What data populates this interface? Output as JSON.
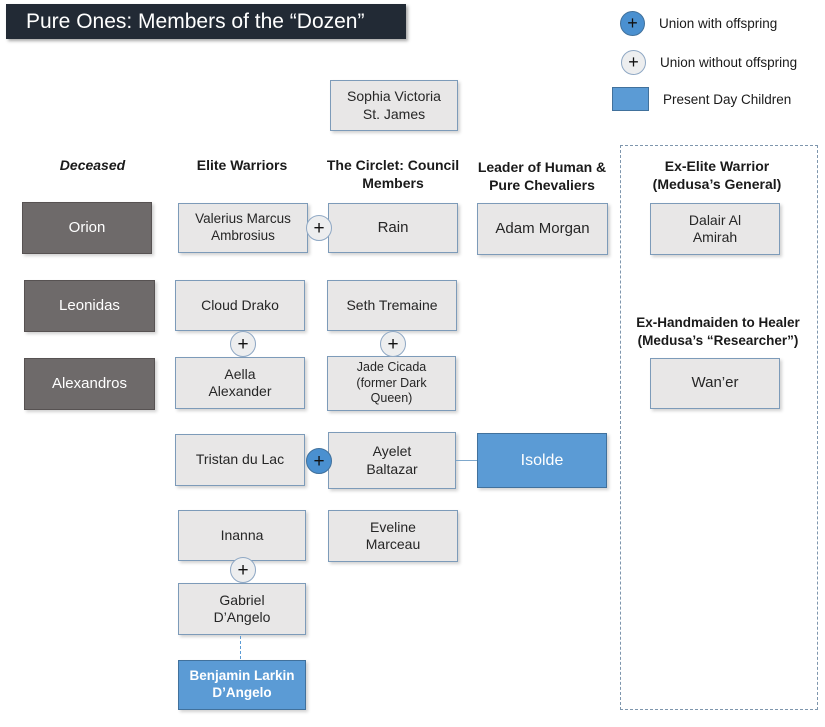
{
  "title": "Pure Ones: Members of the “Dozen”",
  "symbols": {
    "plus": "+"
  },
  "legend": [
    {
      "icon": "union-with-offspring",
      "label": "Union with offspring"
    },
    {
      "icon": "union-without-offspring",
      "label": "Union without offspring"
    },
    {
      "icon": "present-day-children",
      "label": "Present Day Children"
    }
  ],
  "columns": {
    "deceased": "Deceased",
    "elite_warriors": "Elite Warriors",
    "circlet": "The Circlet: Council\nMembers",
    "leader": "Leader of Human &\nPure Chevaliers",
    "ex_elite": "Ex-Elite Warrior\n(Medusa’s General)",
    "ex_handmaiden": "Ex-Handmaiden to Healer\n(Medusa’s “Researcher”)"
  },
  "people": {
    "sophia": "Sophia Victoria\nSt. James",
    "orion": "Orion",
    "leonidas": "Leonidas",
    "alexandros": "Alexandros",
    "valerius": "Valerius Marcus\nAmbrosius",
    "cloud": "Cloud Drako",
    "aella": "Aella\nAlexander",
    "tristan": "Tristan du Lac",
    "inanna": "Inanna",
    "gabriel": "Gabriel\nD’Angelo",
    "benjamin": "Benjamin Larkin\nD’Angelo",
    "rain": "Rain",
    "seth": "Seth Tremaine",
    "jade": "Jade Cicada\n(former Dark\nQueen)",
    "ayelet": "Ayelet\nBaltazar",
    "eveline": "Eveline\nMarceau",
    "adam": "Adam Morgan",
    "isolde": "Isolde",
    "dalair": "Dalair Al\nAmirah",
    "waner": "Wan’er"
  },
  "colors": {
    "accent_blue": "#5B9BD5",
    "accent_blue_border": "#41719C",
    "dark_gray_box": "#6E6A6A",
    "light_box_fill": "#E8E7E7",
    "title_background": "#222A35",
    "dashed_border": "#7E96AD"
  }
}
